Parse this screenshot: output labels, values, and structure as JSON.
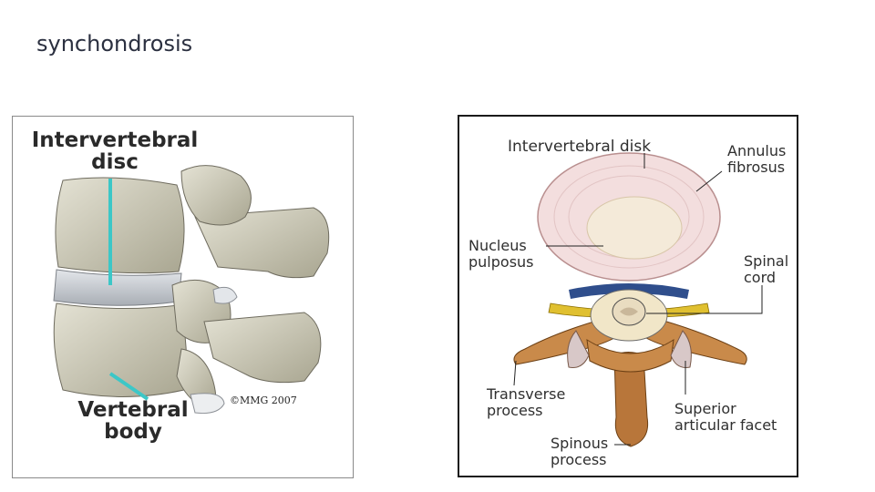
{
  "slide": {
    "title": "synchondrosis"
  },
  "lateral_view": {
    "labels": {
      "intervertebral_disc": "Intervertebral disc",
      "vertebral_body": "Vertebral body"
    },
    "copyright": "©MMG 2007",
    "colors": {
      "bone": "#d6d3c3",
      "disc": "#c9cdd3",
      "pointer": "#3cc7c7"
    }
  },
  "axial_view": {
    "labels": {
      "intervertebral_disk": "Intervertebral disk",
      "annulus_fibrosus": "Annulus fibrosus",
      "nucleus_pulposus": "Nucleus pulposus",
      "spinal_cord": "Spinal cord",
      "transverse_process": "Transverse process",
      "superior_articular_facet": "Superior articular facet",
      "spinous_process": "Spinous process"
    },
    "colors": {
      "annulus": "#f3dede",
      "nucleus": "#f4ead9",
      "bone": "#c98a4a",
      "cord": "#f1e6c8"
    }
  }
}
